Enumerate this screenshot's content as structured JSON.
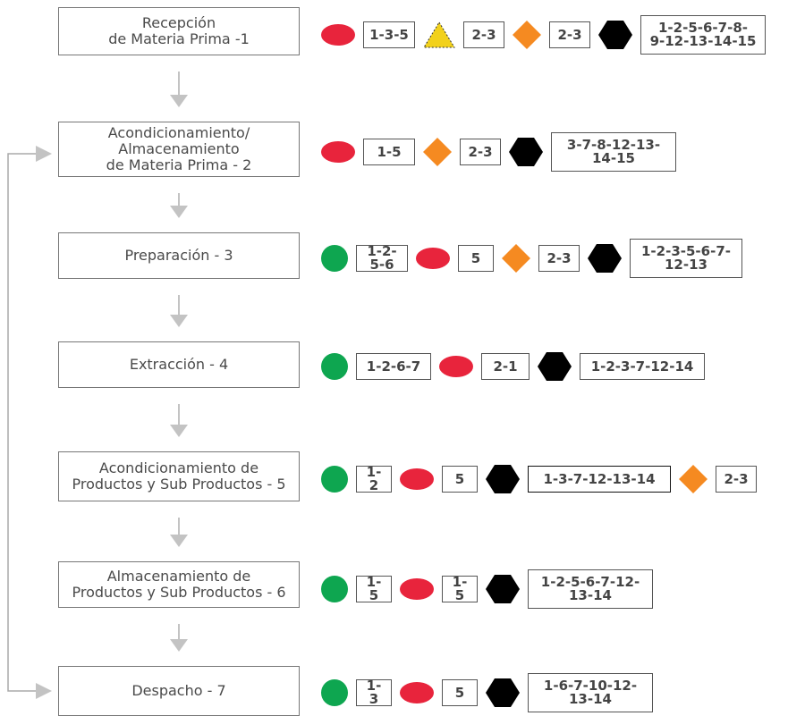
{
  "colors": {
    "circle": "#0ea650",
    "oval": "#e8243c",
    "triangle": "#f2d11b",
    "diamond": "#f58a21",
    "hexagon": "#000000",
    "arrow": "#c3c3c3",
    "loop": "#aaaaaa"
  },
  "steps": [
    {
      "label": "Recepción\nde Materia Prima -1",
      "markers": [
        {
          "shape": "oval-icon",
          "code": "1-3-5"
        },
        {
          "shape": "triangle-icon",
          "code": "2-3"
        },
        {
          "shape": "diamond-icon",
          "code": "2-3"
        },
        {
          "shape": "hexagon-icon",
          "code": "1-2-5-6-7-8-\n9-12-13-14-15"
        }
      ]
    },
    {
      "label": "Acondicionamiento/\nAlmacenamiento\nde Materia Prima - 2",
      "markers": [
        {
          "shape": "oval-icon",
          "code": "1-5"
        },
        {
          "shape": "diamond-icon",
          "code": "2-3"
        },
        {
          "shape": "hexagon-icon",
          "code": "3-7-8-12-13-\n14-15"
        }
      ]
    },
    {
      "label": "Preparación - 3",
      "markers": [
        {
          "shape": "circle-icon",
          "code": "1-2-5-6"
        },
        {
          "shape": "oval-icon",
          "code": "5"
        },
        {
          "shape": "diamond-icon",
          "code": "2-3"
        },
        {
          "shape": "hexagon-icon",
          "code": "1-2-3-5-6-7-\n12-13"
        }
      ]
    },
    {
      "label": "Extracción - 4",
      "markers": [
        {
          "shape": "circle-icon",
          "code": "1-2-6-7"
        },
        {
          "shape": "oval-icon",
          "code": "2-1"
        },
        {
          "shape": "hexagon-icon",
          "code": "1-2-3-7-12-14"
        }
      ]
    },
    {
      "label": "Acondicionamiento de\nProductos y Sub Productos - 5",
      "markers": [
        {
          "shape": "circle-icon",
          "code": "1-2"
        },
        {
          "shape": "oval-icon",
          "code": "5"
        },
        {
          "shape": "hexagon-icon",
          "code": "1-3-7-12-13-14"
        },
        {
          "shape": "diamond-icon",
          "code": "2-3"
        }
      ]
    },
    {
      "label": "Almacenamiento de\nProductos y Sub Productos - 6",
      "markers": [
        {
          "shape": "circle-icon",
          "code": "1-5"
        },
        {
          "shape": "oval-icon",
          "code": "1-5"
        },
        {
          "shape": "hexagon-icon",
          "code": "1-2-5-6-7-12-\n13-14"
        }
      ]
    },
    {
      "label": "Despacho - 7",
      "markers": [
        {
          "shape": "circle-icon",
          "code": "1-3"
        },
        {
          "shape": "oval-icon",
          "code": "5"
        },
        {
          "shape": "hexagon-icon",
          "code": "1-6-7-10-12-\n13-14"
        }
      ]
    }
  ]
}
